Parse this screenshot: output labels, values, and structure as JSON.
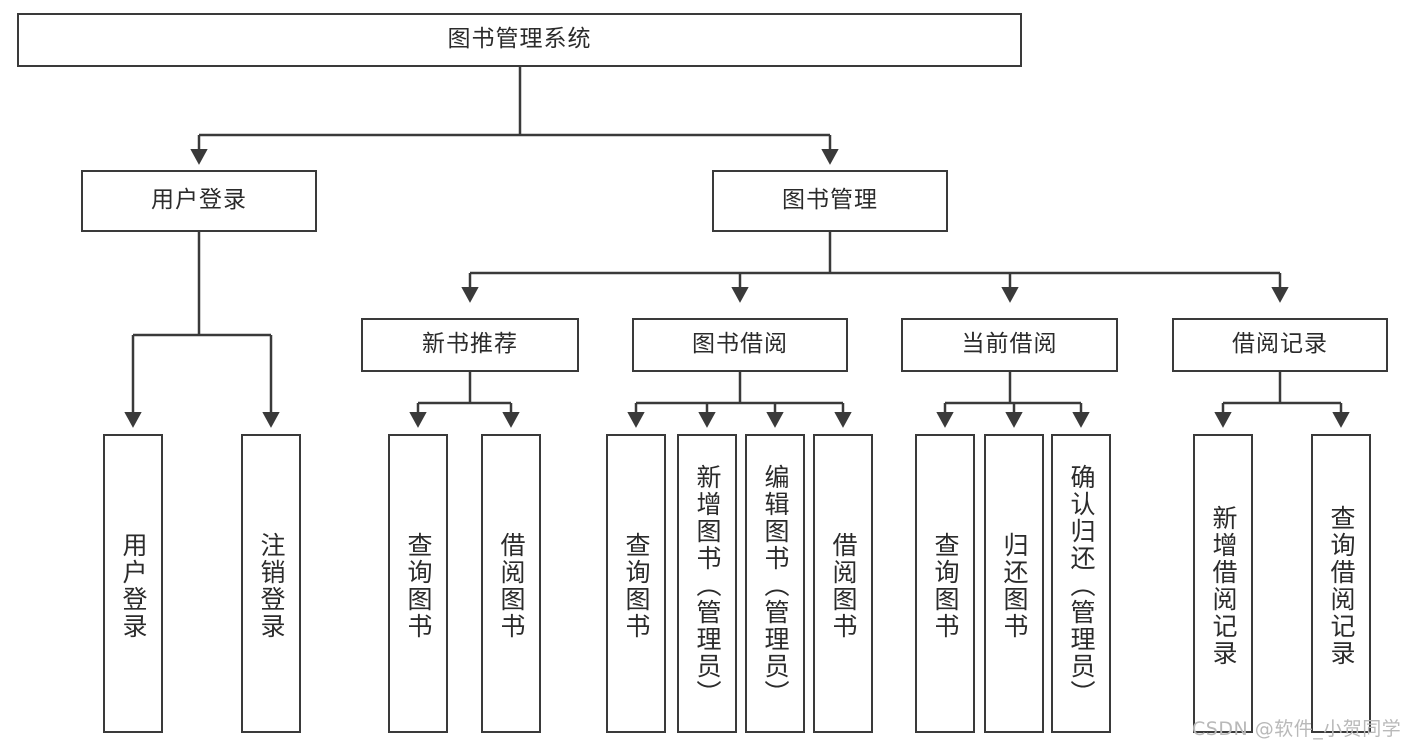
{
  "diagram": {
    "type": "tree",
    "title": "图书管理系统",
    "root": {
      "label": "图书管理系统"
    },
    "level2": [
      {
        "label": "用户登录"
      },
      {
        "label": "图书管理"
      }
    ],
    "level3": [
      {
        "label": "新书推荐"
      },
      {
        "label": "图书借阅"
      },
      {
        "label": "当前借阅"
      },
      {
        "label": "借阅记录"
      }
    ],
    "leaves": {
      "user_login": [
        {
          "label": "用户登录"
        },
        {
          "label": "注销登录"
        }
      ],
      "new_book_recommend": [
        {
          "label": "查询图书"
        },
        {
          "label": "借阅图书"
        }
      ],
      "book_borrow": [
        {
          "label": "查询图书"
        },
        {
          "label": "新增图书（管理员）"
        },
        {
          "label": "编辑图书（管理员）"
        },
        {
          "label": "借阅图书"
        }
      ],
      "current_borrow": [
        {
          "label": "查询图书"
        },
        {
          "label": "归还图书"
        },
        {
          "label": "确认归还（管理员）"
        }
      ],
      "borrow_records": [
        {
          "label": "新增借阅记录"
        },
        {
          "label": "查询借阅记录"
        }
      ]
    }
  },
  "watermark": {
    "text": "CSDN @软件_小贺同学"
  },
  "colors": {
    "stroke": "#3a3a3a",
    "text": "#2b2b2b",
    "background": "#ffffff",
    "watermark": "#b9b9b9"
  }
}
